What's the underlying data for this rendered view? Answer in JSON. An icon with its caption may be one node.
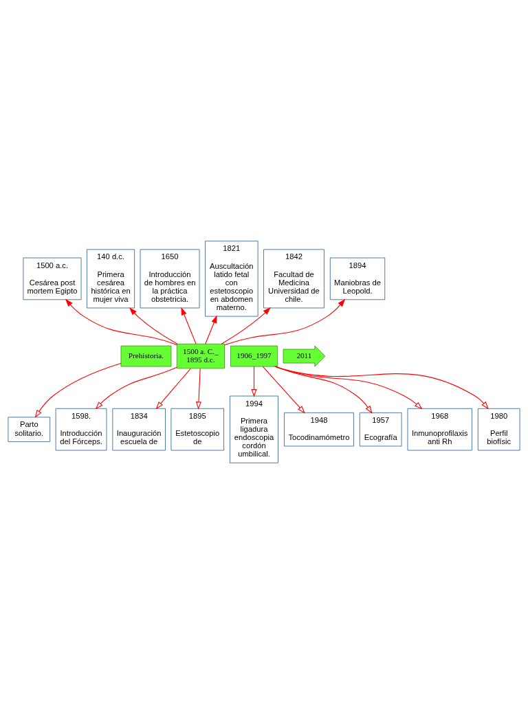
{
  "diagram": {
    "nodes": [
      {
        "text": [
          "1500 a.c.",
          "Cesárea post mortem Egipto"
        ]
      },
      {
        "text": [
          "140 d.c.",
          "Primera cesárea histórica en mujer viva"
        ]
      },
      {
        "text": [
          "1650",
          "Introducción de hombres en la práctica obstetricia."
        ]
      },
      {
        "text": [
          "1821",
          "Auscultación latido fetal con estetoscopio en abdomen materno."
        ]
      },
      {
        "text": [
          "1842",
          "Facultad de Medicina Universidad de chile."
        ]
      },
      {
        "text": [
          "1894",
          "Maniobras de Leopold."
        ]
      },
      {
        "text": [
          "Prehistoria."
        ]
      },
      {
        "text": [
          "1500 a. C._ 1895 d.c."
        ]
      },
      {
        "text": [
          "1906_1997"
        ]
      },
      {
        "text": [
          "2011"
        ]
      },
      {
        "text": [
          "Parto solitario."
        ]
      },
      {
        "text": [
          "1598.",
          "Introducción del Fórceps."
        ]
      },
      {
        "text": [
          "1834",
          "Inauguración escuela de"
        ]
      },
      {
        "text": [
          "1895",
          "Estetoscopio de"
        ]
      },
      {
        "text": [
          "1948",
          "Tocodinamómetro"
        ]
      },
      {
        "text": [
          "1957",
          "Ecografía"
        ]
      },
      {
        "text": [
          "1968",
          "Inmunoprofilaxis anti Rh"
        ]
      },
      {
        "text": [
          "1980",
          "Perfil biofísic"
        ]
      },
      {
        "text": [
          "1994",
          "Primera ligadura endoscopia cordón umbilical."
        ]
      }
    ],
    "edges": [
      {
        "from": 7,
        "to": 0,
        "arrow": "to"
      },
      {
        "from": 7,
        "to": 1,
        "arrow": "to"
      },
      {
        "from": 7,
        "to": 2,
        "arrow": "to"
      },
      {
        "from": 7,
        "to": 3,
        "arrow": "to"
      },
      {
        "from": 7,
        "to": 4,
        "arrow": "to"
      },
      {
        "from": 7,
        "to": 5,
        "arrow": "to"
      },
      {
        "from": 6,
        "to": 10,
        "arrow": "to"
      },
      {
        "from": 7,
        "to": 11,
        "arrow": "to"
      },
      {
        "from": 7,
        "to": 12,
        "arrow": "to"
      },
      {
        "from": 7,
        "to": 13,
        "arrow": "to"
      },
      {
        "from": 8,
        "to": 14,
        "arrow": "to"
      },
      {
        "from": 8,
        "to": 15,
        "arrow": "to"
      },
      {
        "from": 8,
        "to": 16,
        "arrow": "to"
      },
      {
        "from": 8,
        "to": 17,
        "arrow": "to"
      },
      {
        "from": 8,
        "to": 18,
        "arrow": "to"
      }
    ]
  }
}
